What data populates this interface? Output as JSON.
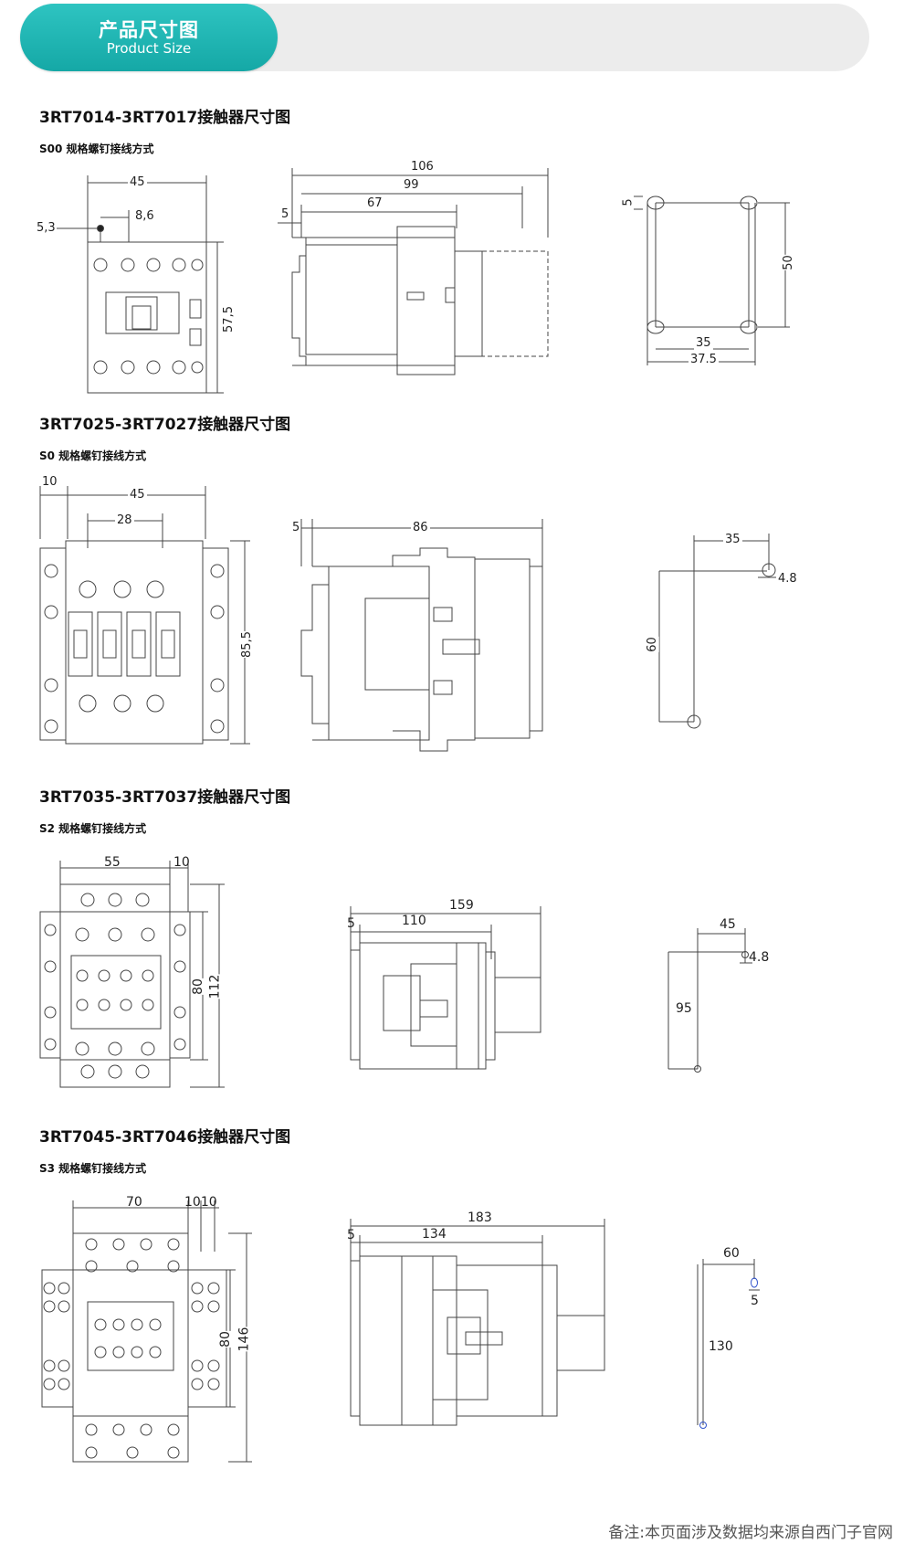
{
  "header": {
    "title_cn": "产品尺寸图",
    "title_en": "Product Size"
  },
  "sections": [
    {
      "title": "3RT7014-3RT7017接触器尺寸图",
      "subtitle": "S00 规格螺钉接线方式",
      "front": {
        "w": "45",
        "a": "5,3",
        "b": "8,6",
        "h": "57,5"
      },
      "side": {
        "d1": "106",
        "d2": "99",
        "d3": "67",
        "d4": "5"
      },
      "mount": {
        "a": "5",
        "b": "50",
        "c": "35",
        "d": "37.5"
      }
    },
    {
      "title": "3RT7025-3RT7027接触器尺寸图",
      "subtitle": "S0 规格螺钉接线方式",
      "front": {
        "a": "10",
        "w": "45",
        "b": "28",
        "h": "85,5"
      },
      "side": {
        "d1": "5",
        "d2": "86"
      },
      "mount": {
        "a": "35",
        "b": "4.8",
        "c": "60"
      }
    },
    {
      "title": "3RT7035-3RT7037接触器尺寸图",
      "subtitle": "S2 规格螺钉接线方式",
      "front": {
        "w": "55",
        "a": "10",
        "b": "80",
        "h": "112"
      },
      "side": {
        "d1": "159",
        "d2": "5",
        "d3": "110"
      },
      "mount": {
        "a": "45",
        "b": "4.8",
        "c": "95"
      }
    },
    {
      "title": "3RT7045-3RT7046接触器尺寸图",
      "subtitle": "S3 规格螺钉接线方式",
      "front": {
        "w": "70",
        "a": "1010",
        "b": "80",
        "h": "146"
      },
      "side": {
        "d1": "183",
        "d2": "5",
        "d3": "134"
      },
      "mount": {
        "a": "60",
        "b": "5",
        "c": "130"
      }
    }
  ],
  "footnote": "备注:本页面涉及数据均来源自西门子官网"
}
